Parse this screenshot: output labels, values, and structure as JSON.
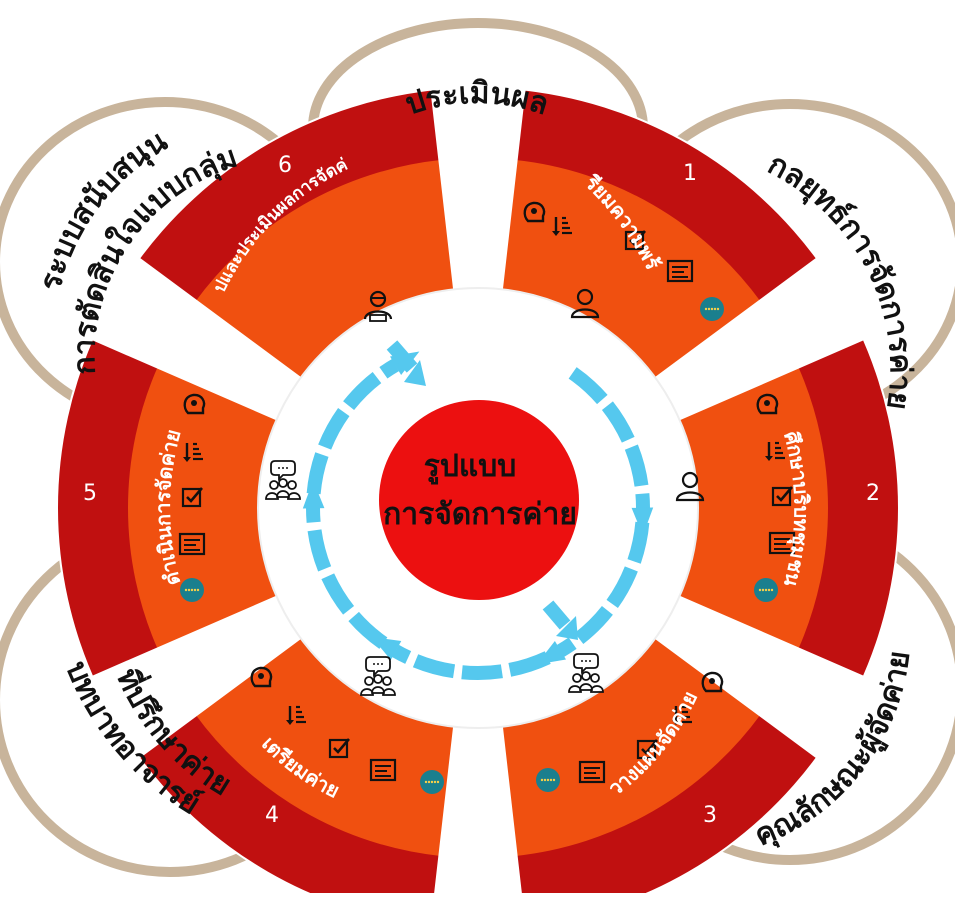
{
  "center": {
    "line1": "รูปแบบ",
    "line2": "การจัดการค่าย"
  },
  "petals": [
    {
      "label": "ประเมินผล"
    },
    {
      "label": "กลยุทธ์การจัดการค่าย"
    },
    {
      "label": "คุณลักษณะผู้จัดค่าย"
    },
    {
      "label": "บทบาทอาจารย์"
    },
    {
      "label": "ที่ปรึกษาค่าย"
    },
    {
      "label": "ระบบสนับสนุน"
    },
    {
      "label": "การตัดสินใจแบบกลุ่ม"
    }
  ],
  "segments": [
    {
      "number": "1",
      "label": "เตรียมความพร้อม"
    },
    {
      "number": "2",
      "label": "ศึกษาบริบทชุมชน"
    },
    {
      "number": "3",
      "label": "วางแผนจัดค่าย"
    },
    {
      "number": "4",
      "label": "เตรียมค่าย"
    },
    {
      "number": "5",
      "label": "ดำเนินการจัดค่าย"
    },
    {
      "number": "6",
      "label": "สรุปและประเมินผลการจัดค่าย"
    }
  ],
  "segment_icons": [
    "lightbulb-head-icon",
    "sort-list-icon",
    "checkbox-icon",
    "message-board-icon",
    "rating-dots-icon"
  ],
  "inner_icons": [
    "presenter-icon",
    "person-icon",
    "person-icon",
    "group-chat-icon",
    "group-chat-icon",
    "group-chat-icon"
  ],
  "colors": {
    "petal_outline": "#c8b49b",
    "outer_ring": "#c01010",
    "segment": "#f05010",
    "center": "#ec1010",
    "arrow": "#55c8ee",
    "teal_dot": "#1a7f8e"
  }
}
